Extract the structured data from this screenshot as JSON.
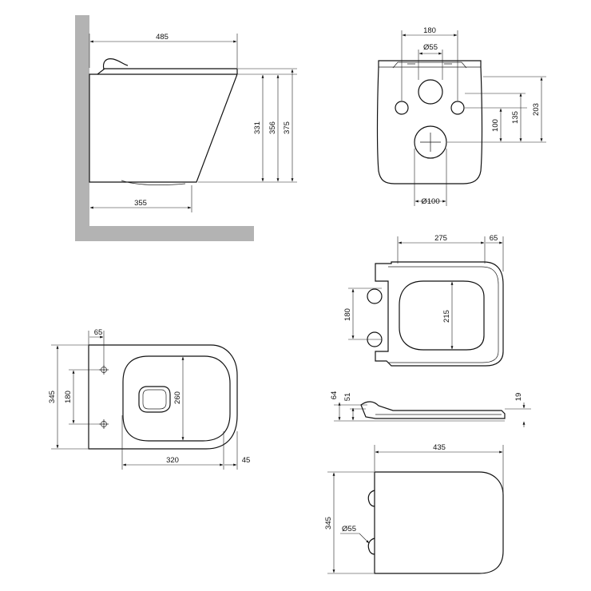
{
  "side_view": {
    "dims": {
      "length": "485",
      "projection": "355",
      "height_331": "331",
      "height_356": "356",
      "height_375": "375"
    }
  },
  "rear_view": {
    "dims": {
      "fixing_spacing": "180",
      "inlet_dia": "Ø55",
      "outlet_dia": "Ø100",
      "h100": "100",
      "h135": "135",
      "h203": "203"
    }
  },
  "seat_top_view": {
    "dims": {
      "length": "275",
      "overhang": "65",
      "hinge_spacing": "180",
      "opening_length": "215"
    }
  },
  "seat_side_view": {
    "dims": {
      "h64": "64",
      "h51": "51",
      "h19": "19"
    }
  },
  "bowl_top_view": {
    "dims": {
      "hole_offset": "65",
      "width": "345",
      "hole_spacing": "180",
      "opening": "260",
      "length": "320",
      "front": "45"
    }
  },
  "lid_top_view": {
    "dims": {
      "length": "435",
      "width": "345",
      "hinge_dia": "Ø55"
    }
  }
}
